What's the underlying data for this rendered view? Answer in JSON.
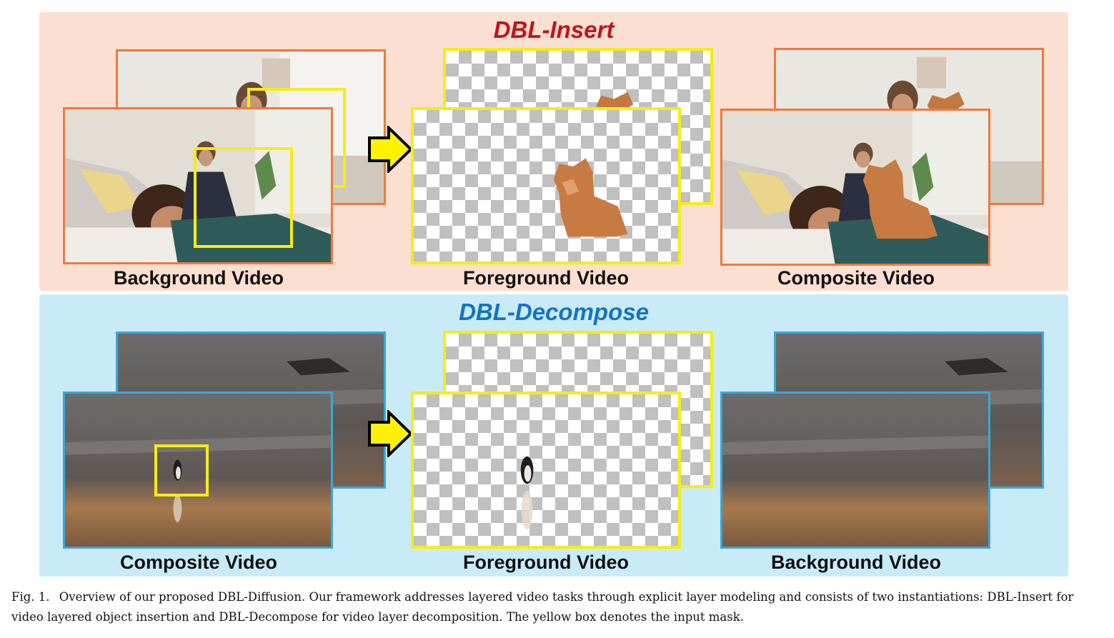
{
  "insert": {
    "title": "DBL-Insert",
    "labels": {
      "left": "Background Video",
      "middle": "Foreground Video",
      "right": "Composite Video"
    }
  },
  "decompose": {
    "title": "DBL-Decompose",
    "labels": {
      "left": "Composite Video",
      "middle": "Foreground Video",
      "right": "Background Video"
    }
  },
  "caption": {
    "figure_number": "Fig. 1.",
    "text": "Overview of our proposed DBL-Diffusion. Our framework addresses layered video tasks through explicit layer modeling and consists of two instantiations: DBL-Insert for video layered object insertion and DBL-Decompose for video layer decomposition. The yellow box denotes the input mask."
  },
  "colors": {
    "insert_panel": "#fbdfd0",
    "decompose_panel": "#c9ebf8",
    "insert_title": "#c0141c",
    "decompose_title": "#1473c3",
    "mask_yellow": "#f6ec16",
    "frame_orange": "#ee7a3f",
    "frame_blue": "#3aa7dc"
  }
}
